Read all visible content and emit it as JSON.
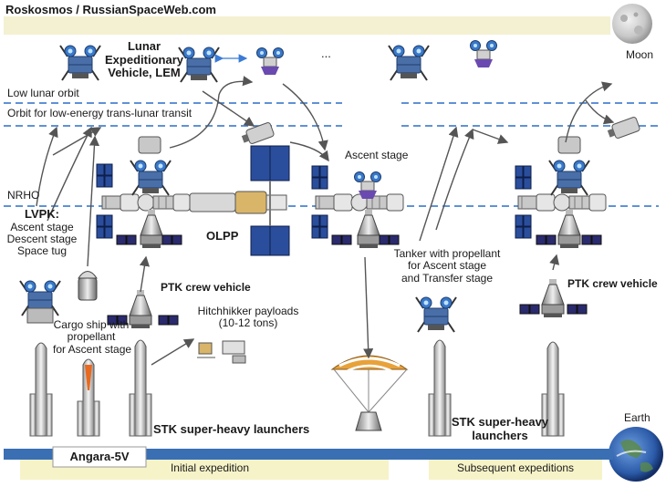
{
  "header": {
    "credit": "Roskosmos / RussianSpaceWeb.com"
  },
  "orbits": {
    "low_lunar": "Low lunar orbit",
    "transit": "Orbit for low-energy trans-lunar transit",
    "nrho": "NRHO"
  },
  "bodies": {
    "moon": "Moon",
    "earth": "Earth"
  },
  "labels": {
    "lem_line1": "Lunar",
    "lem_line2": "Expeditionary",
    "lem_line3": "Vehicle, LEM",
    "ellipsis": "...",
    "ascent_stage": "Ascent stage",
    "lvpk_title": "LVPK:",
    "lvpk_line2": "Ascent stage",
    "lvpk_line3": "Descent stage",
    "lvpk_line4": "Space tug",
    "olpp": "OLPP",
    "ptk_left": "PTK crew vehicle",
    "ptk_right": "PTK crew vehicle",
    "hitch_line1": "Hitchhikker payloads",
    "hitch_line2": "(10-12 tons)",
    "cargo_line1": "Cargo ship with",
    "cargo_line2": "propellant",
    "cargo_line3": "for Ascent stage",
    "tanker_line1": "Tanker with propellant",
    "tanker_line2": "for Ascent stage",
    "tanker_line3": "and Transfer stage",
    "stk_left": "STK super-heavy launchers",
    "stk_right_line1": "STK super-heavy",
    "stk_right_line2": "launchers",
    "angara": "Angara-5V"
  },
  "footer": {
    "initial": "Initial expedition",
    "subsequent": "Subsequent expeditions"
  },
  "colors": {
    "orbit_dash": "#2a6fc9",
    "moon_band": "#f4f1d2",
    "footer_band": "#f6f3c8",
    "ground_bar": "#3a6fb4",
    "solar_panel": "#2a4e9c",
    "lander_blue": "#4a6fa8"
  }
}
